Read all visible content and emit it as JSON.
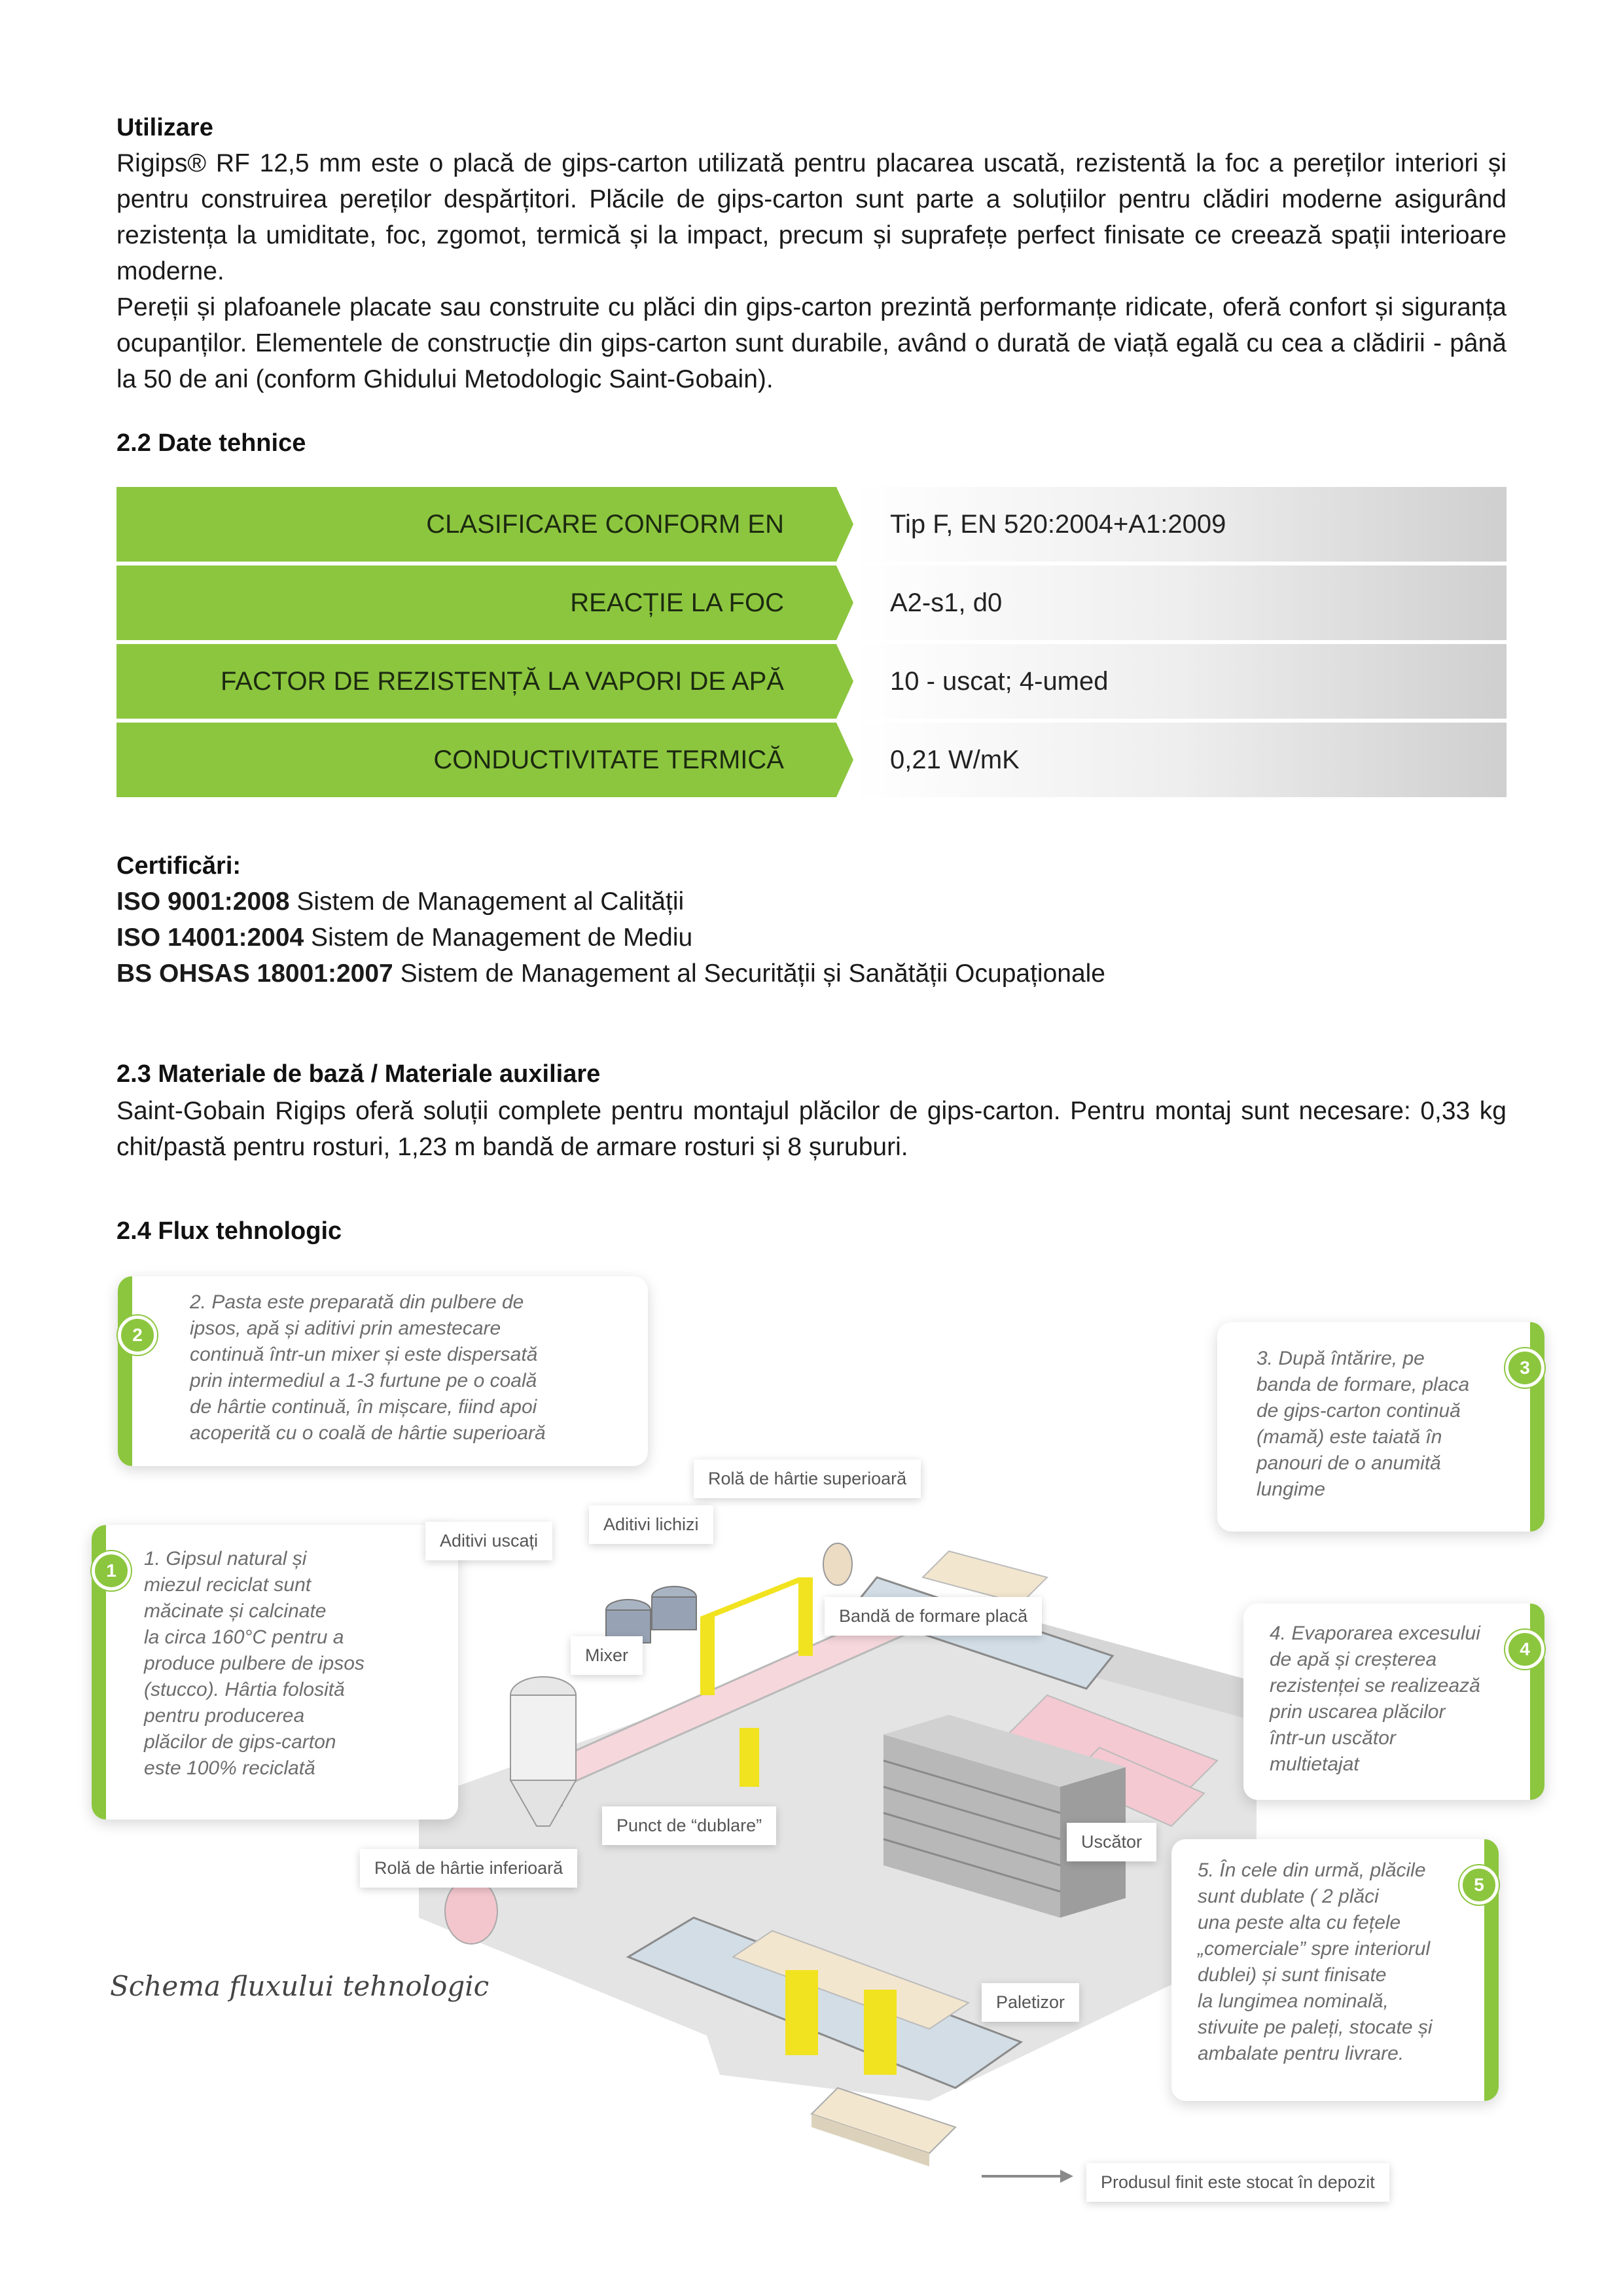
{
  "utilizare": {
    "heading": "Utilizare",
    "p1": "Rigips® RF 12,5 mm este o placă de gips-carton utilizată pentru placarea uscată, rezistentă la foc a pereților interiori și pentru construirea pereților despărțitori. Plăcile de gips-carton sunt parte a soluțiilor pentru clădiri moderne asigurând rezistența la umiditate, foc, zgomot, termică și la impact, precum și suprafețe perfect finisate ce creează spații interioare moderne.",
    "p2": "Pereții și plafoanele placate sau construite cu plăci din gips-carton prezintă performanțe ridicate, oferă confort și siguranța ocupanților. Elementele de construcție din gips-carton sunt durabile, având o durată de viață egală cu cea a clădirii - până la 50 de ani (conform Ghidului Metodologic Saint-Gobain)."
  },
  "date_tehnice": {
    "heading": "2.2 Date tehnice",
    "rows": [
      {
        "label": "CLASIFICARE CONFORM EN",
        "value": "Tip F, EN 520:2004+A1:2009"
      },
      {
        "label": "REACȚIE LA FOC",
        "value": "A2-s1, d0"
      },
      {
        "label": "FACTOR DE REZISTENȚĂ LA VAPORI DE APĂ",
        "value": "10 - uscat; 4-umed"
      },
      {
        "label": "CONDUCTIVITATE TERMICĂ",
        "value": "0,21 W/mK"
      }
    ]
  },
  "certificari": {
    "heading": "Certificări:",
    "items": [
      {
        "code": "ISO 9001:2008",
        "text": " Sistem de Management al Calității"
      },
      {
        "code": "ISO 14001:2004",
        "text": " Sistem de Management de Mediu"
      },
      {
        "code": "BS OHSAS 18001:2007",
        "text": " Sistem de Management al Securității și Sanătății Ocupaționale"
      }
    ]
  },
  "materiale": {
    "heading": "2.3 Materiale de bază / Materiale auxiliare",
    "text": "Saint-Gobain Rigips oferă soluții complete pentru montajul plăcilor de gips-carton. Pentru montaj sunt necesare: 0,33 kg chit/pastă pentru rosturi, 1,23 m bandă  de armare rosturi și 8 șuruburi."
  },
  "flux": {
    "heading": "2.4 Flux tehnologic",
    "caption": "Schema fluxului tehnologic",
    "accent_color": "#8cc63f",
    "steps": [
      {
        "num": "1",
        "text": "1. Gipsul natural și\nmiezul reciclat sunt\nmăcinate și calcinate\nla circa 160°C pentru a\nproduce pulbere de ipsos\n(stucco). Hârtia folosită\npentru producerea\nplăcilor de gips-carton\neste 100% reciclată"
      },
      {
        "num": "2",
        "text": "2. Pasta este preparată din pulbere de\nipsos, apă și aditivi prin amestecare\ncontinuă într-un mixer și este dispersată\nprin intermediul a 1-3 furtune pe o coală\nde hârtie continuă, în mișcare, fiind apoi\nacoperită cu o coală de hârtie superioară"
      },
      {
        "num": "3",
        "text": "3.  După întărire, pe\nbanda de formare, placa\nde gips-carton continuă\n(mamă) este taiată în\npanouri de o anumită\nlungime"
      },
      {
        "num": "4",
        "text": "4.  Evaporarea excesului\nde apă și creșterea\nrezistenței se realizează\nprin uscarea plăcilor\nîntr-un uscător\nmultietajat"
      },
      {
        "num": "5",
        "text": "5.  În cele din urmă, plăcile\nsunt dublate ( 2 plăci\nuna peste alta cu fețele\n„comerciale” spre interiorul\ndublei) și sunt finisate\nla lungimea nominală,\nstivuite pe paleți, stocate și\nambalate pentru livrare."
      }
    ],
    "labels": {
      "rola_superioara": "Rolă de hârtie superioară",
      "aditivi_uscati": "Aditivi uscați",
      "aditivi_lichizi": "Aditivi lichizi",
      "mixer": "Mixer",
      "banda": "Bandă de formare placă",
      "rola_inferioara": "Rolă de hârtie inferioară",
      "punct_dublare": "Punct de “dublare”",
      "uscator": "Uscător",
      "paletizor": "Paletizor",
      "produs_finit": "Produsul finit este stocat în depozit"
    }
  }
}
